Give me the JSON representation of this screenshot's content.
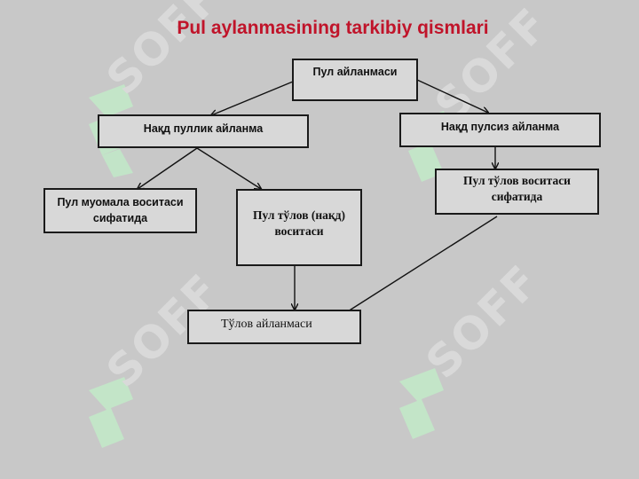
{
  "title": "Pul aylanmasining tarkibiy qismlari",
  "watermark_text": "SOFF",
  "colors": {
    "background": "#c8c8c8",
    "title": "#c0142a",
    "box_fill": "#d8d8d8",
    "watermark": "#bfe3c4"
  },
  "nodes": {
    "root": "Пул айланмаси",
    "cash": "Нақд пуллик айланма",
    "noncash": "Нақд пулсиз айланма",
    "circulation": "Пул муомала воситаси сифатида",
    "payment_cash": "Пул тўлов (нақд) воситаси",
    "payment_means": "Пул тўлов воситаси сифатида",
    "payment_turnover": "Тўлов айланмаси"
  }
}
